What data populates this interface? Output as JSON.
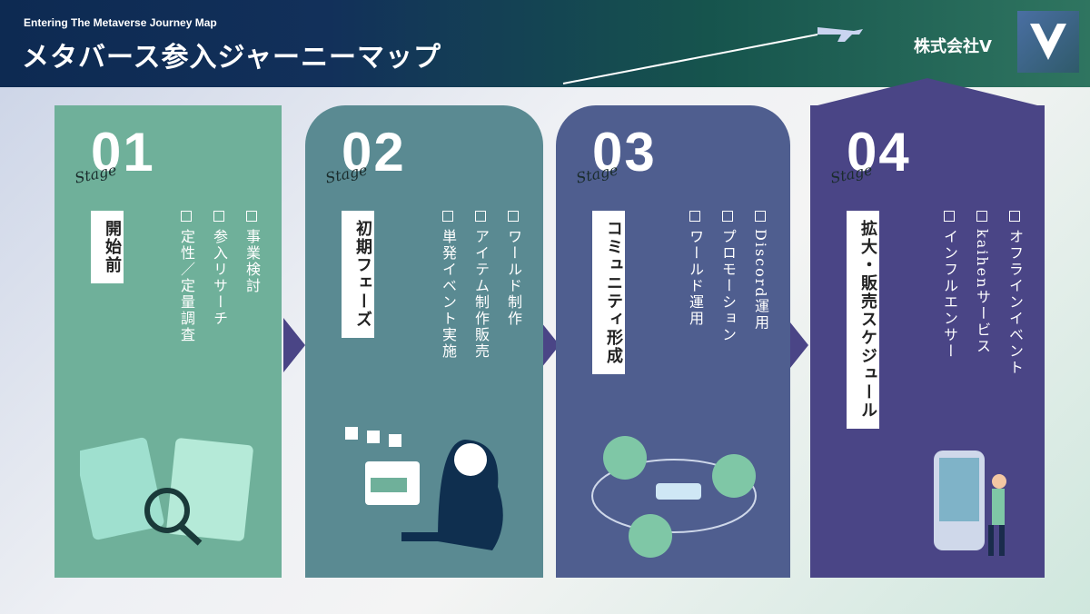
{
  "header": {
    "subtitle": "Entering The Metaverse Journey Map",
    "title": "メタバース参入ジャーニーマップ",
    "company": "株式会社V",
    "logo_letter": "V"
  },
  "stages": [
    {
      "number": "01",
      "stage_word": "Stage",
      "phase": "開始前",
      "items": [
        "事業検討",
        "参入リサーチ",
        "定性／定量調査"
      ],
      "icon": "documents-magnifier-icon"
    },
    {
      "number": "02",
      "stage_word": "Stage",
      "phase": "初期フェーズ",
      "items": [
        "ワールド制作",
        "アイテム制作販売",
        "単発イベント実施"
      ],
      "icon": "woman-working-icon"
    },
    {
      "number": "03",
      "stage_word": "Stage",
      "phase": "コミュニティ形成",
      "items": [
        "Discord運用",
        "プロモーション",
        "ワールド運用"
      ],
      "icon": "community-network-icon"
    },
    {
      "number": "04",
      "stage_word": "Stage",
      "phase": "拡大・販売スケジュール",
      "items": [
        "オフラインイベント",
        "kaihenサービス",
        "インフルエンサー"
      ],
      "icon": "smartphone-person-icon"
    }
  ],
  "colors": {
    "stage1": "#6fb09a",
    "stage2": "#5a8a92",
    "stage3": "#4f5e8f",
    "stage4": "#4a4586"
  }
}
